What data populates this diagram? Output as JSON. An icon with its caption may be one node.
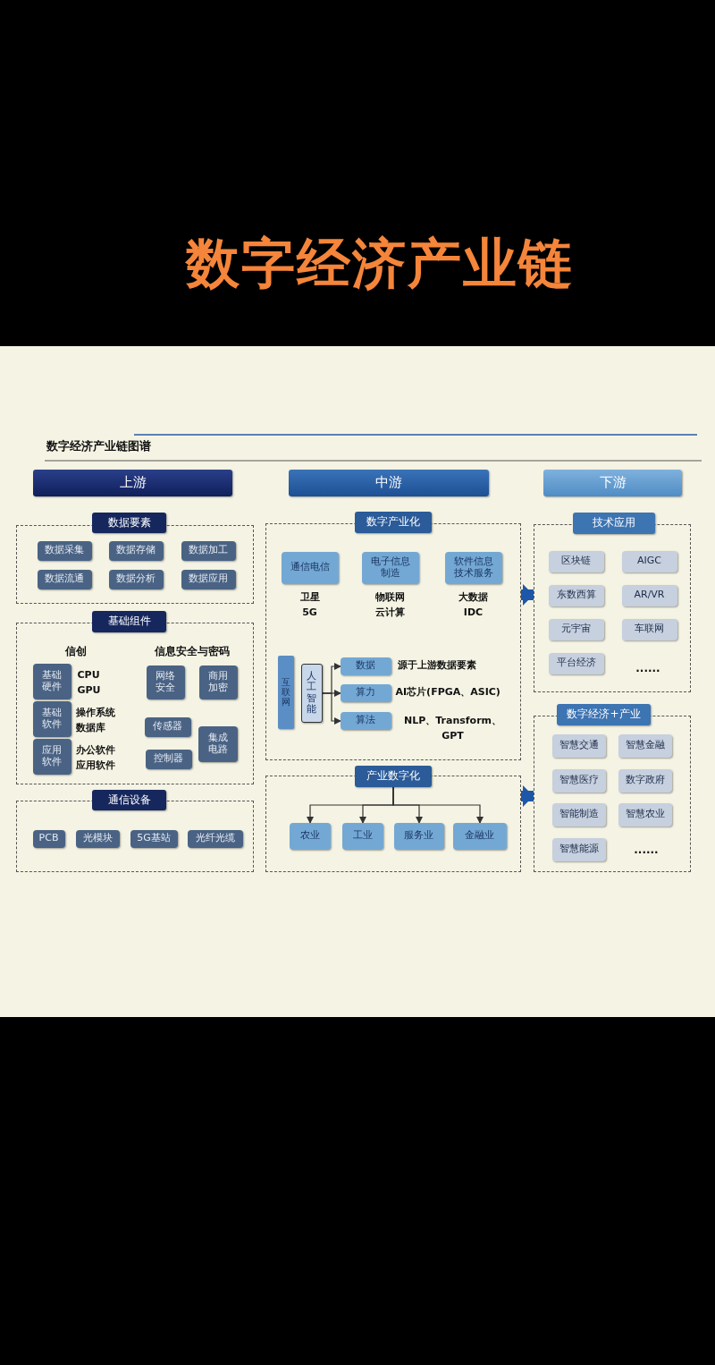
{
  "diagram": {
    "title": "数字经济产业链",
    "nodes": [
      {
        "text": [
          "上游"
        ]
      },
      {
        "text": [],
        "shape": "box"
      },
      {
        "text": [
          "数据要素"
        ]
      },
      {
        "text": [
          "数据采集"
        ],
        "in": 1
      },
      {
        "text": [
          "数据存储"
        ],
        "in": 1
      },
      {
        "text": [
          "数据加工"
        ],
        "in": 1
      },
      {
        "text": [
          "数据流通"
        ],
        "in": 1
      },
      {
        "text": [
          "数据分析"
        ],
        "in": 1
      },
      {
        "text": [
          "数据应用"
        ],
        "in": 1
      },
      {
        "text": [],
        "shape": "box"
      },
      {
        "text": [
          "基础组件"
        ]
      },
      {
        "text": [
          "基础硬件"
        ],
        "in": 9,
        "beside": [
          "CPU",
          "GPU"
        ]
      },
      {
        "text": [
          "基础软件"
        ],
        "in": 9,
        "beside": [
          "操作系统",
          "数据库"
        ]
      },
      {
        "text": [
          "应用软件"
        ],
        "in": 9,
        "beside": [
          "办公软件",
          "应用软件"
        ]
      },
      {
        "text": [
          "网络安全"
        ],
        "in": 9
      },
      {
        "text": [
          "商用加密"
        ],
        "in": 9
      },
      {
        "text": [
          "传感器"
        ],
        "in": 9
      },
      {
        "text": [
          "控制器"
        ],
        "in": 9
      },
      {
        "text": [
          "集成电路"
        ],
        "in": 9
      },
      {
        "text": [],
        "shape": "box"
      },
      {
        "text": [
          "通信设备"
        ]
      },
      {
        "text": [
          "PCB"
        ],
        "in": 19
      },
      {
        "text": [
          "光模块"
        ],
        "in": 19
      },
      {
        "text": [
          "5G基站"
        ],
        "in": 19
      },
      {
        "text": [
          "光纤光缆"
        ],
        "in": 19
      },
      {
        "text": [
          "中游"
        ]
      },
      {
        "text": [],
        "shape": "box"
      },
      {
        "text": [
          "数字产业化"
        ]
      },
      {
        "text": [
          "通信电信"
        ],
        "in": 26,
        "beside": [
          "卫星",
          "5G"
        ]
      },
      {
        "text": [
          "电子信息制造"
        ],
        "in": 26,
        "beside": [
          "物联网",
          "云计算"
        ]
      },
      {
        "text": [
          "软件信息技术服务"
        ],
        "in": 26,
        "beside": [
          "大数据",
          "IDC"
        ]
      },
      {
        "text": [
          "互联网"
        ],
        "in": 26
      },
      {
        "text": [
          "人工智能"
        ],
        "in": 26
      },
      {
        "text": [
          "数据"
        ],
        "in": 26,
        "beside": [
          "源于上游数据要素"
        ]
      },
      {
        "text": [
          "算力"
        ],
        "in": 26,
        "beside": [
          "AI芯片(FPGA、ASIC)"
        ]
      },
      {
        "text": [
          "算法"
        ],
        "in": 26,
        "beside": [
          "NLP、Transform、GPT"
        ]
      },
      {
        "text": [],
        "shape": "box"
      },
      {
        "text": [
          "产业数字化"
        ]
      },
      {
        "text": [
          "农业"
        ],
        "in": 36
      },
      {
        "text": [
          "工业"
        ],
        "in": 36
      },
      {
        "text": [
          "服务业"
        ],
        "in": 36
      },
      {
        "text": [
          "金融业"
        ],
        "in": 36
      },
      {
        "text": [
          "下游"
        ]
      },
      {
        "text": [],
        "shape": "box"
      },
      {
        "text": [
          "技术应用"
        ]
      },
      {
        "text": [
          "区块链"
        ],
        "in": 43
      },
      {
        "text": [
          "AIGC"
        ],
        "in": 43
      },
      {
        "text": [
          "东数西算"
        ],
        "in": 43
      },
      {
        "text": [
          "AR/VR"
        ],
        "in": 43
      },
      {
        "text": [
          "元宇宙"
        ],
        "in": 43
      },
      {
        "text": [
          "车联网"
        ],
        "in": 43
      },
      {
        "text": [
          "平台经济"
        ],
        "in": 43
      },
      {
        "text": [],
        "shape": "box"
      },
      {
        "text": [
          "数字经济+产业"
        ]
      },
      {
        "text": [
          "智慧交通"
        ],
        "in": 52
      },
      {
        "text": [
          "智慧金融"
        ],
        "in": 52
      },
      {
        "text": [
          "智慧医疗"
        ],
        "in": 52
      },
      {
        "text": [
          "数字政府"
        ],
        "in": 52
      },
      {
        "text": [
          "智能制造"
        ],
        "in": 52
      },
      {
        "text": [
          "智慧农业"
        ],
        "in": 52
      },
      {
        "text": [
          "智慧能源"
        ],
        "in": 52
      }
    ],
    "edges": [
      {
        "from": 32,
        "to": 33,
        "arrow": "to"
      },
      {
        "from": 32,
        "to": 34,
        "arrow": "to"
      },
      {
        "from": 32,
        "to": 35,
        "arrow": "to"
      },
      {
        "from": 37,
        "to": 38,
        "arrow": "to"
      },
      {
        "from": 37,
        "to": 39,
        "arrow": "to"
      },
      {
        "from": 37,
        "to": 40,
        "arrow": "to"
      },
      {
        "from": 37,
        "to": 41,
        "arrow": "to"
      },
      {
        "from": 26,
        "to": 43,
        "arrow": "to",
        "style": "thick",
        "color": "#1f57a8"
      },
      {
        "from": 36,
        "to": 52,
        "arrow": "to",
        "style": "thick",
        "color": "#1f57a8"
      }
    ],
    "labels": [
      "数字经济产业链图谱",
      "信创",
      "信息安全与密码",
      "......",
      "......"
    ]
  }
}
